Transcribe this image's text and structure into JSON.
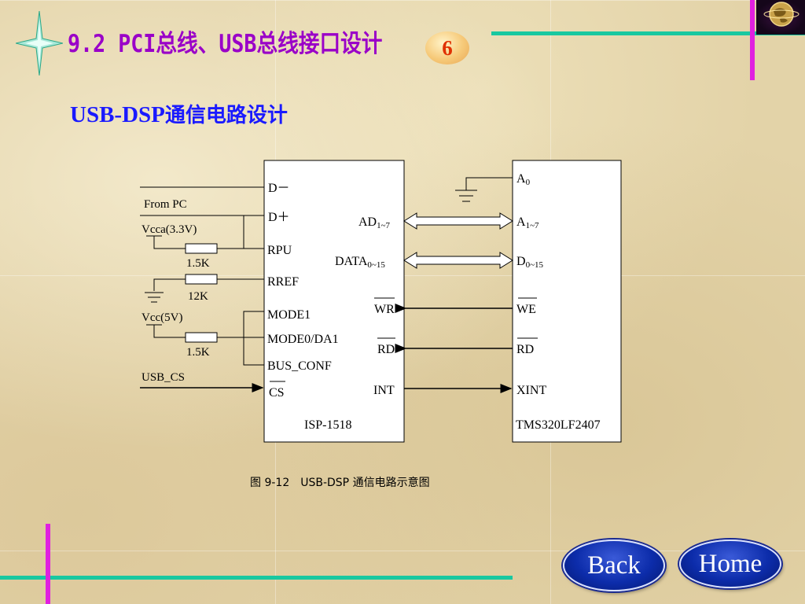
{
  "slide": {
    "title": "9.2 PCI总线、USB总线接口设计",
    "page_number": "6",
    "subtitle_en": "USB-DSP",
    "subtitle_cn": "通信电路设计"
  },
  "colors": {
    "title": "#9a00c8",
    "subtitle": "#1a1aff",
    "deco_green": "#19c8a0",
    "deco_magenta": "#e020e0",
    "button": "#0c2caa"
  },
  "diagram": {
    "isp": {
      "name": "ISP-1518",
      "pins_left": [
        "D－",
        "D＋",
        "RPU",
        "RREF",
        "MODE1",
        "MODE0/DA1",
        "BUS_CONF",
        "CS"
      ],
      "pins_right": {
        "ad": "AD",
        "ad_sub": "1~7",
        "data": "DATA",
        "data_sub": "0~15",
        "wr": "WR",
        "rd": "RD",
        "int": "INT"
      }
    },
    "dsp": {
      "name": "TMS320LF2407",
      "pins": {
        "a0": "A",
        "a0_sub": "0",
        "a17": "A",
        "a17_sub": "1~7",
        "d": "D",
        "d_sub": "0~15",
        "we": "WE",
        "rd": "RD",
        "xint": "XINT"
      }
    },
    "external": {
      "from_pc": "From PC",
      "vcca": "Vcca(3.3V)",
      "r1": "1.5K",
      "r2": "12K",
      "vcc": "Vcc(5V)",
      "r3": "1.5K",
      "usb_cs": "USB_CS"
    },
    "caption": "图 9-12　USB-DSP 通信电路示意图"
  },
  "nav": {
    "back": "Back",
    "home": "Home"
  }
}
